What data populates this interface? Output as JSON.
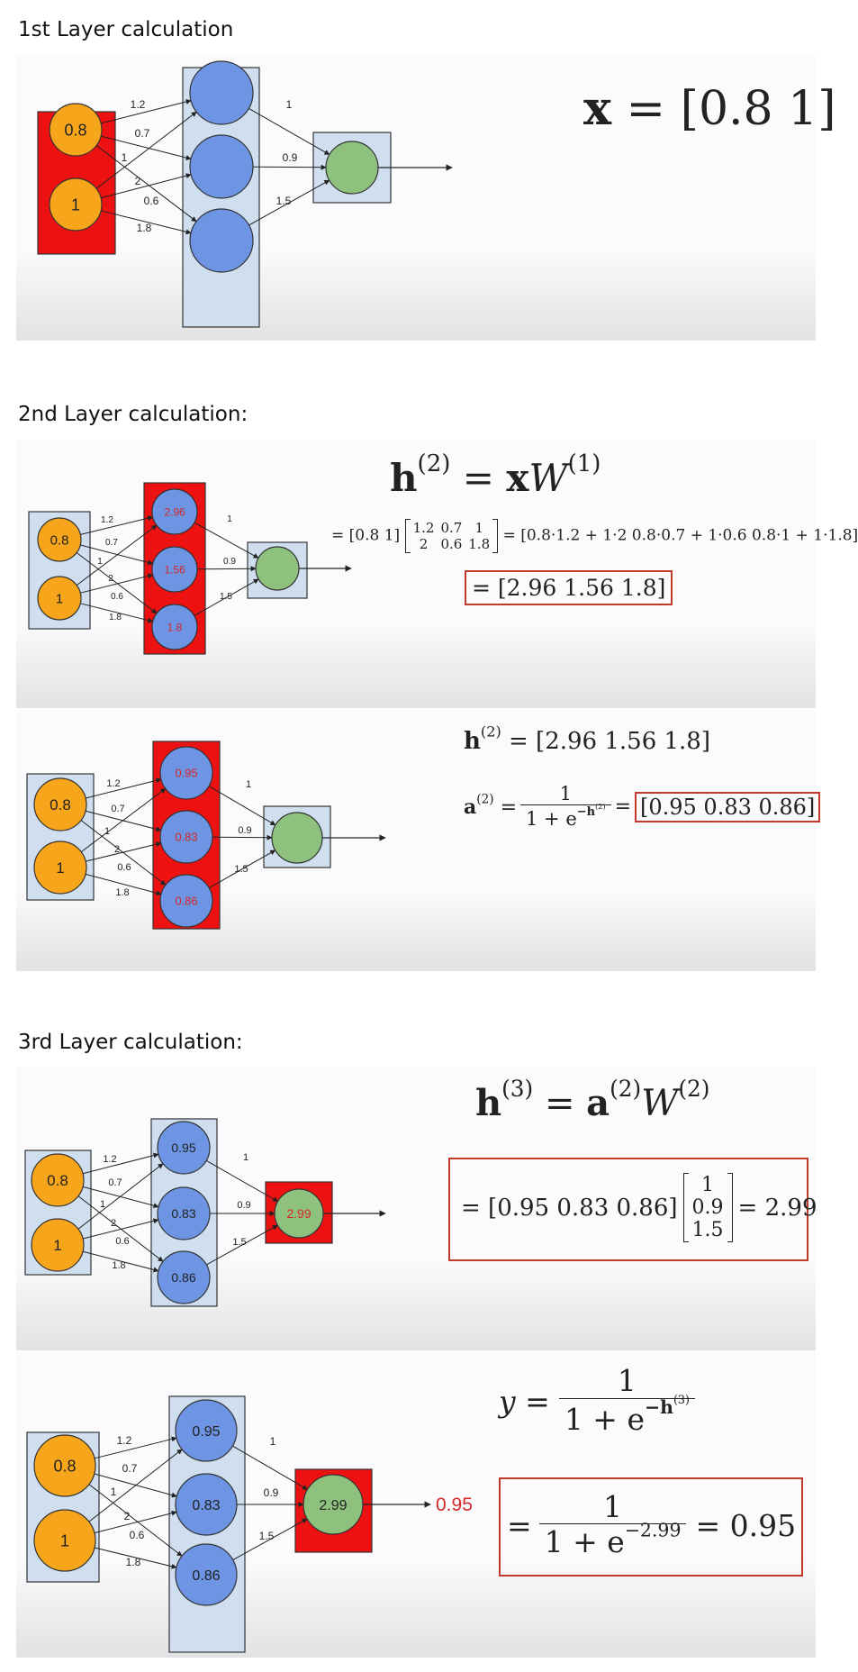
{
  "headings": {
    "first": "1st Layer calculation",
    "second": "2nd Layer calculation:",
    "third": "3rd Layer calculation:"
  },
  "colors": {
    "input": "#f7a51a",
    "hidden": "#6d95e4",
    "output": "#8fc17e",
    "group": "#cfdff0",
    "highlight": "#ee1111",
    "red_text": "#d42828",
    "formula_box": "#c0392b"
  },
  "network": {
    "inputs": [
      "0.8",
      "1"
    ],
    "weights_layer1": [
      "1.2",
      "0.7",
      "1",
      "2",
      "0.6",
      "1.8"
    ],
    "weights_layer2": [
      "1",
      "0.9",
      "1.5"
    ]
  },
  "slide1": {
    "eq_x_var": "x",
    "eq_equals": "=",
    "eq_x_val": "[0.8 1]"
  },
  "slide2": {
    "hidden_values": [
      "2.96",
      "1.56",
      "1.8"
    ],
    "eq_h": "h",
    "eq_sup2": "(2)",
    "eq_equals": "=",
    "eq_x": "x",
    "eq_W": "W",
    "eq_sup1": "(1)",
    "row_vector": "= [0.8 1]",
    "matrix": [
      "1.2",
      "0.7",
      "1",
      "2",
      "0.6",
      "1.8"
    ],
    "expansion": "= [0.8·1.2 + 1·2 0.8·0.7 + 1·0.6 0.8·1 + 1·1.8]",
    "result": "= [2.96 1.56 1.8]"
  },
  "slide3": {
    "hidden_values": [
      "0.95",
      "0.83",
      "0.86"
    ],
    "h_line_var": "h",
    "h_line_sup": "(2)",
    "h_line_val": "= [2.96 1.56 1.8]",
    "a_var": "a",
    "a_sup": "(2)",
    "equals": "=",
    "numerator": "1",
    "denominator_base": "1 + e",
    "denominator_exp_var": "−h",
    "denominator_exp_sup": "(2)",
    "result": "[0.95 0.83 0.86]"
  },
  "slide4": {
    "hidden_values": [
      "0.95",
      "0.83",
      "0.86"
    ],
    "output_value": "2.99",
    "eq_h": "h",
    "eq_sup3": "(3)",
    "eq_equals": "=",
    "eq_a": "a",
    "eq_sup2": "(2)",
    "eq_W": "W",
    "row": "= [0.95 0.83 0.86]",
    "column": [
      "1",
      "0.9",
      "1.5"
    ],
    "result": "= 2.99"
  },
  "slide5": {
    "hidden_values": [
      "0.95",
      "0.83",
      "0.86"
    ],
    "output_value": "2.99",
    "output_label": "0.95",
    "y_var": "y",
    "equals": "=",
    "numerator": "1",
    "den_base": "1 + e",
    "den_exp_var": "−h",
    "den_exp_sup": "(3)",
    "den2": "1 + e",
    "den2_exp": "−2.99",
    "result": "= 0.95"
  }
}
